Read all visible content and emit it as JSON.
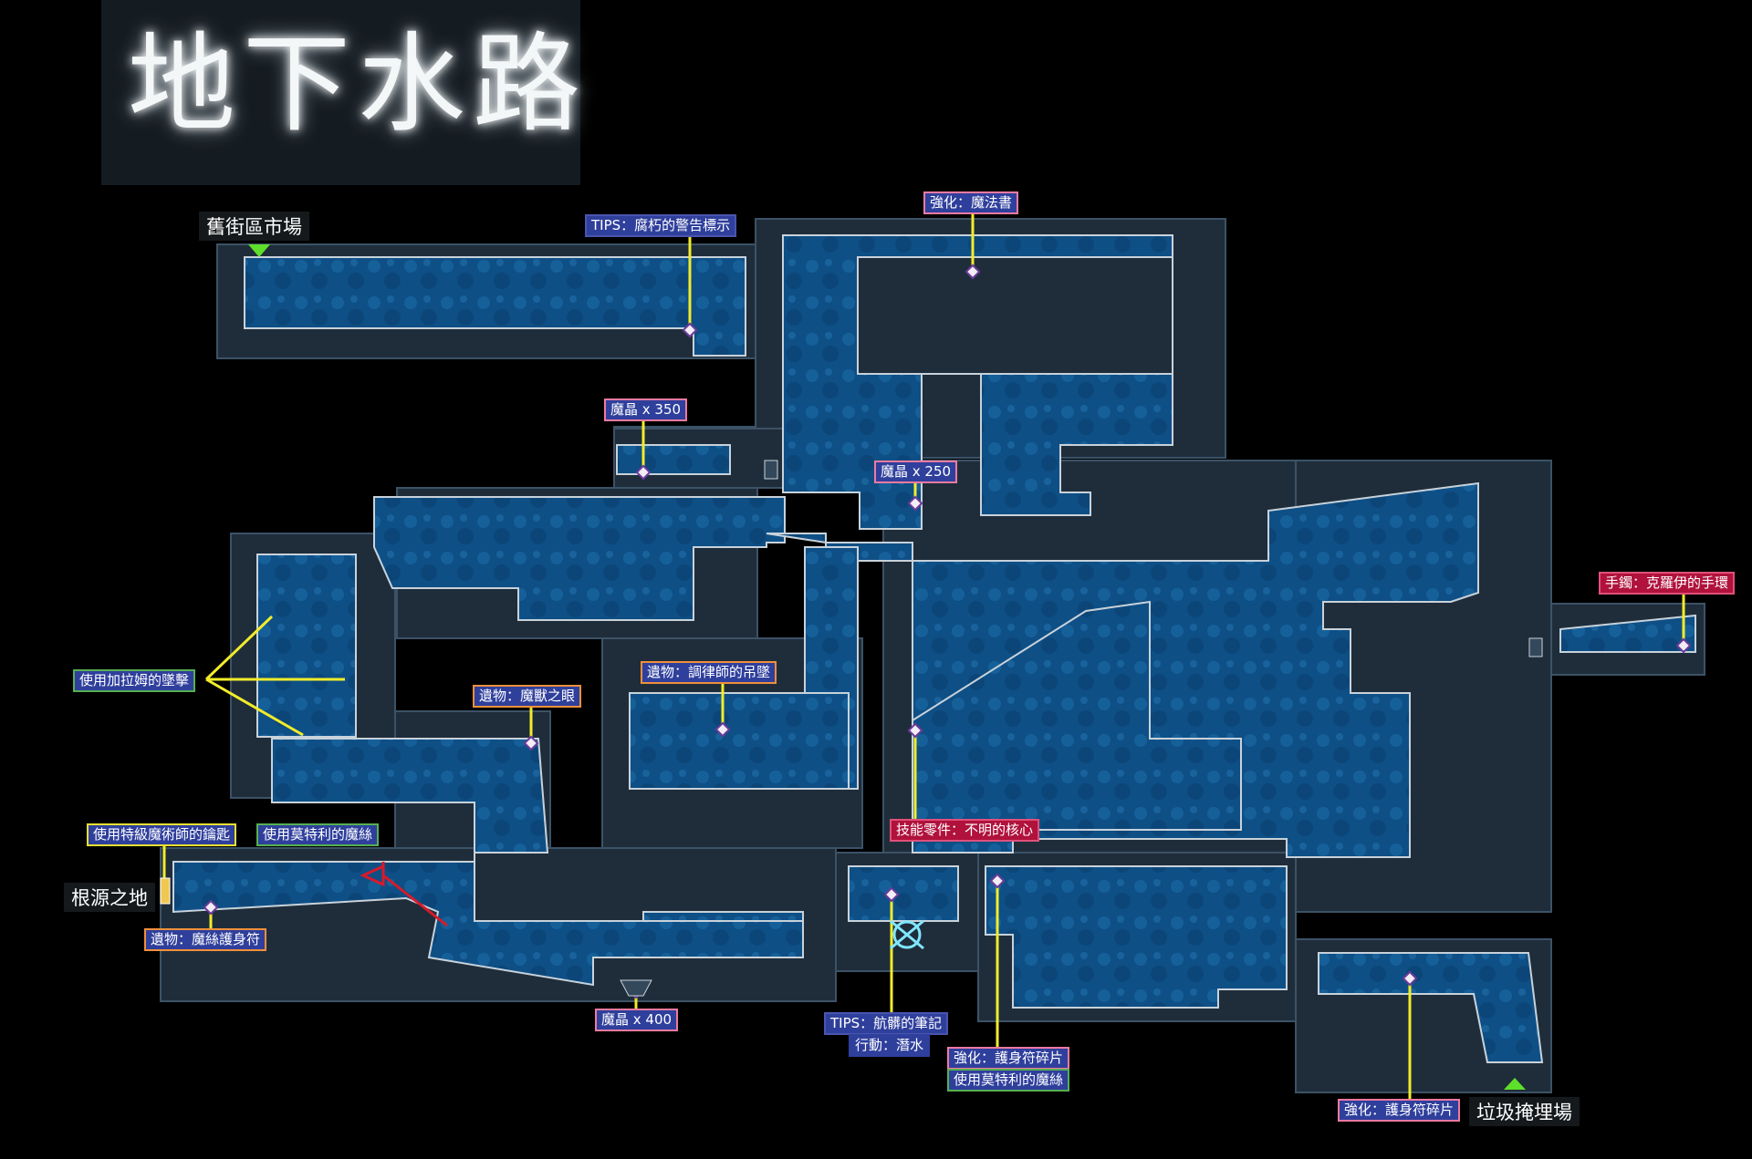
{
  "title": "地下水路",
  "places": {
    "old_market": "舊街區市場",
    "root_land": "根源之地",
    "garbage_dump": "垃圾掩埋場"
  },
  "labels": {
    "tips_warning": "TIPS：腐朽的警告標示",
    "upgrade_spellbook": "強化：魔法書",
    "crystal_350": "魔晶 x 350",
    "crystal_250": "魔晶 x 250",
    "bracelet": "手鐲：克羅伊的手環",
    "garam_drop": "使用加拉姆的墜擊",
    "relic_beast_eye": "遺物：魔獸之眼",
    "relic_tuner_pendant": "遺物：調律師的吊墜",
    "skill_unknown_core": "技能零件：不明的核心",
    "use_special_key": "使用特級魔術師的鑰匙",
    "use_motley_thread_1": "使用莫特利的魔絲",
    "relic_thread_amulet": "遺物：魔絲護身符",
    "crystal_400": "魔晶 x 400",
    "tips_navigator_notes": "TIPS：航髒的筆記",
    "action_dive": "行動：潛水",
    "upgrade_amulet_fragment_1": "強化：護身符碎片",
    "use_motley_thread_2": "使用莫特利的魔絲",
    "upgrade_amulet_fragment_2": "強化：護身符碎片"
  },
  "colors": {
    "water": "#0e4f86",
    "room": "#1f2d3b",
    "wall": "#c8d2da",
    "pointer": "#f2ec2a",
    "exit_marker": "#5ee02a",
    "blocked_arrow": "#d81a2a"
  },
  "icons": [
    "exit-arrow-icon",
    "item-diamond-icon",
    "save-crystal-icon",
    "blocked-arrow-icon",
    "grate-icon",
    "door-icon"
  ]
}
